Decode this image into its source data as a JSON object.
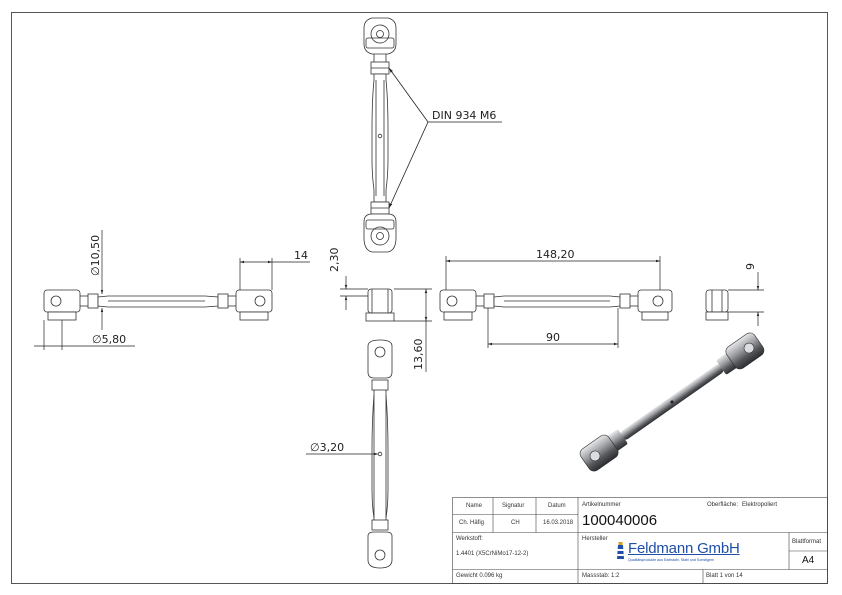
{
  "drawing": {
    "callout_label": "DIN 934 M6",
    "dimensions": {
      "d_eye": "∅10,50",
      "d_rod": "∅5,80",
      "jaw_width": "14",
      "thickness": "2,30",
      "overall_length": "148,20",
      "body_length": "90",
      "height": "13,60",
      "pin_width": "9",
      "hole": "∅3,20"
    }
  },
  "title_block": {
    "name_header": "Name",
    "signature_header": "Signatur",
    "date_header": "Datum",
    "name_value": "Ch. Häfig",
    "signature_value": "CH",
    "date_value": "16.03.2018",
    "article_label": "Artikelnummer",
    "article_number": "100040006",
    "surface_label": "Oberfläche:",
    "surface_value": "Elektropoliert",
    "material_label": "Werkstoff:",
    "material_value": "1.4401 (X5CrNiMo17-12-2)",
    "manufacturer_label": "Hersteller",
    "manufacturer_name": "Feldmann GmbH",
    "manufacturer_tagline": "Qualitätsprodukte aus Edelstahl, Stahl und Sonstigem",
    "format_label": "Blattformat",
    "format_value": "A4",
    "weight": "Gewicht 0.096 kg",
    "scale": "Massstab: 1:2",
    "sheet": "Blatt 1 von 14"
  }
}
